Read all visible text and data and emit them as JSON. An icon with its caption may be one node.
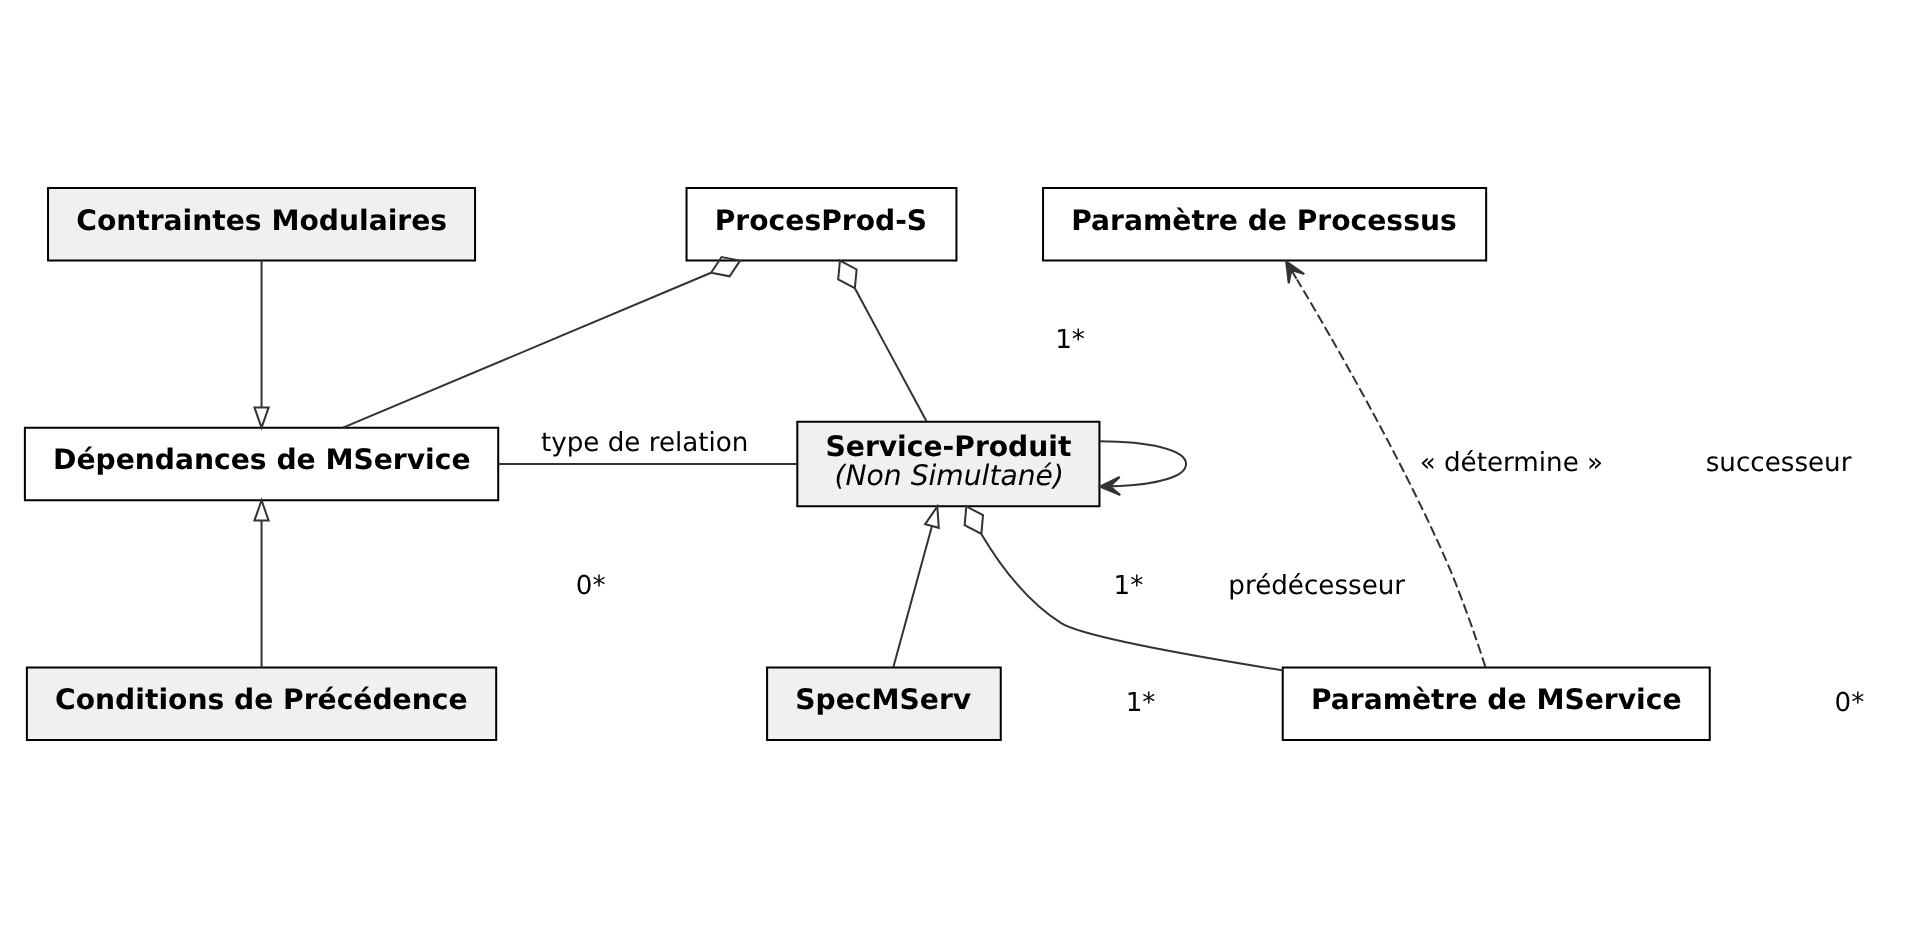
{
  "diagram": {
    "nodes": [
      {
        "text": [
          "ProcesProd-S"
        ]
      },
      {
        "text": [
          "Paramètre de Processus"
        ]
      },
      {
        "text": [
          "Dépendances de MService"
        ]
      },
      {
        "text": [
          "Service-Produit",
          "(Non Simultané)"
        ]
      },
      {
        "text": [
          "Conditions de Précédence"
        ]
      },
      {
        "text": [
          "Contraintes Modulaires"
        ]
      },
      {
        "text": [
          "SpecMServ"
        ]
      },
      {
        "text": [
          "Paramètre de MService"
        ]
      }
    ],
    "edges": [
      {
        "from": 0,
        "to": 2,
        "arrow": "other"
      },
      {
        "from": 0,
        "to": 3,
        "arrow": "other"
      },
      {
        "from": 2,
        "to": 3,
        "arrow": "none",
        "label": "type de relation"
      },
      {
        "from": 3,
        "to": 3,
        "arrow": "to"
      },
      {
        "from": 4,
        "to": 2,
        "arrow": "to"
      },
      {
        "from": 5,
        "to": 2,
        "arrow": "to"
      },
      {
        "from": 6,
        "to": 3,
        "arrow": "to"
      },
      {
        "from": 3,
        "to": 7,
        "arrow": "other"
      },
      {
        "from": 7,
        "to": 1,
        "arrow": "to",
        "style": "dashed",
        "label": "« détermine »"
      }
    ],
    "labels": [
      "1*",
      "1*",
      "0*",
      "prédécesseur",
      "successeur",
      "0*",
      "1*"
    ]
  }
}
